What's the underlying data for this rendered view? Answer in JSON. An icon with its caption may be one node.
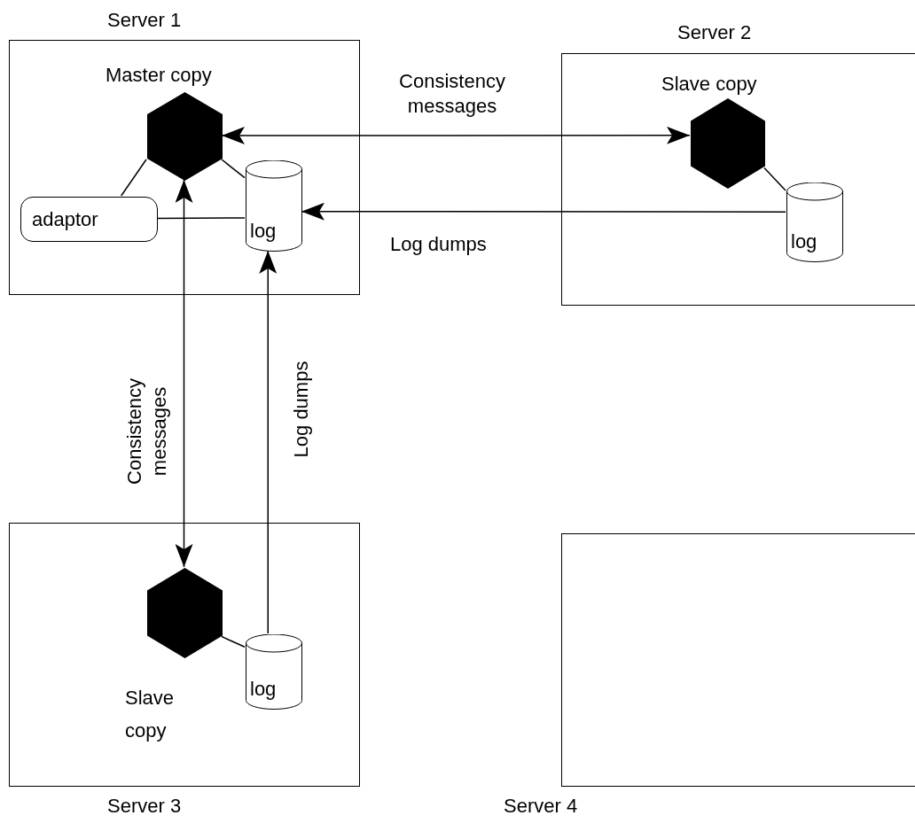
{
  "diagram": {
    "nodes": [
      {
        "text": [
          "Server 1"
        ]
      },
      {
        "text": [
          "Master copy"
        ],
        "in": 0
      },
      {
        "text": [
          "adaptor"
        ],
        "in": 0
      },
      {
        "text": [
          "log"
        ],
        "in": 0
      },
      {
        "text": [
          "Server 2"
        ]
      },
      {
        "text": [
          "Slave copy"
        ],
        "in": 4
      },
      {
        "text": [
          "log"
        ],
        "in": 4
      },
      {
        "text": [
          "Server 3"
        ]
      },
      {
        "text": [
          "Slave copy"
        ],
        "in": 7
      },
      {
        "text": [
          "log"
        ],
        "in": 7
      },
      {
        "text": [
          "Server 4"
        ]
      }
    ],
    "edges": [
      {
        "from": 1,
        "to": 5,
        "arrow": "both",
        "label": "Consistency messages"
      },
      {
        "from": 6,
        "to": 3,
        "arrow": "to",
        "label": "Log dumps"
      },
      {
        "from": 1,
        "to": 8,
        "arrow": "both",
        "label": "Consistency messages"
      },
      {
        "from": 9,
        "to": 3,
        "arrow": "to",
        "label": "Log dumps"
      },
      {
        "from": 1,
        "to": 2,
        "arrow": "none"
      },
      {
        "from": 1,
        "to": 3,
        "arrow": "none"
      },
      {
        "from": 2,
        "to": 3,
        "arrow": "none"
      },
      {
        "from": 5,
        "to": 6,
        "arrow": "none"
      },
      {
        "from": 8,
        "to": 9,
        "arrow": "none"
      }
    ]
  }
}
